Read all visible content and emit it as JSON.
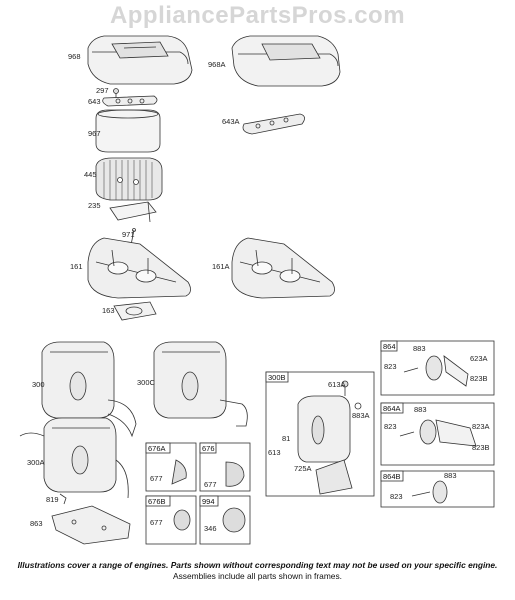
{
  "watermark": "AppliancePartsPros.com",
  "footer": {
    "line1": "Illustrations cover a range of engines. Parts shown without corresponding text may not be used on your specific engine.",
    "line2": "Assemblies include all parts shown in frames."
  },
  "labels": {
    "p968": "968",
    "p968A": "968A",
    "p297": "297",
    "p643": "643",
    "p643A": "643A",
    "p967": "967",
    "p445": "445",
    "p235": "235",
    "p971": "971",
    "p161": "161",
    "p161A": "161A",
    "p163": "163",
    "p300": "300",
    "p300C": "300C",
    "p300A": "300A",
    "p819": "819",
    "p863": "863",
    "p613A": "613A",
    "p883A": "883A",
    "p81": "81",
    "p613": "613",
    "p725A": "725A",
    "p883a": "883",
    "p823a": "823",
    "p623A": "623A",
    "p823B": "823B",
    "p883b": "883",
    "p823b": "823",
    "p823A": "823A",
    "p823Bb": "823B",
    "p883c": "883",
    "p823c": "823",
    "p677a": "677",
    "p677b": "677",
    "p677c": "677",
    "p346": "346"
  },
  "frames": {
    "f300B": "300B",
    "f864": "864",
    "f864A": "864A",
    "f864B": "864B",
    "f676A": "676A",
    "f676": "676",
    "f676B": "676B",
    "f994": "994"
  }
}
